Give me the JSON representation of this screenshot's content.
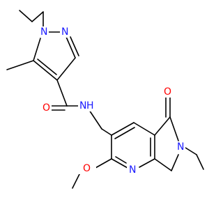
{
  "molecule": {
    "colors": {
      "bond": "#000000",
      "nitrogen": "#1a1aff",
      "oxygen": "#ff0000",
      "background": "#ffffff"
    },
    "atoms": {
      "pyrazole_n1": "N",
      "pyrazole_n2": "N",
      "amide_nh": "N",
      "amide_h": "H",
      "amide_o": "O",
      "lactam_o": "O",
      "lactam_n": "N",
      "methoxy_o": "O",
      "pyridine_n": "N"
    }
  }
}
